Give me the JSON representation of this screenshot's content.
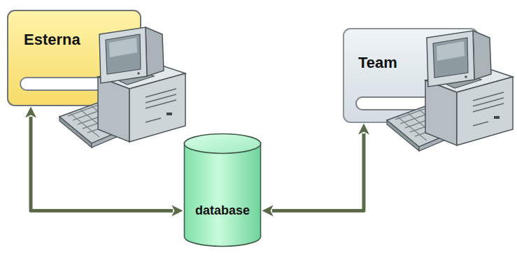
{
  "diagram": {
    "nodes": [
      {
        "text": [
          "Esterna"
        ]
      },
      {
        "text": [
          "Team"
        ]
      },
      {
        "text": [
          "database"
        ]
      }
    ],
    "edges": [
      {
        "from": 2,
        "to": 0,
        "arrow": "both"
      },
      {
        "from": 2,
        "to": 1,
        "arrow": "both"
      }
    ]
  }
}
